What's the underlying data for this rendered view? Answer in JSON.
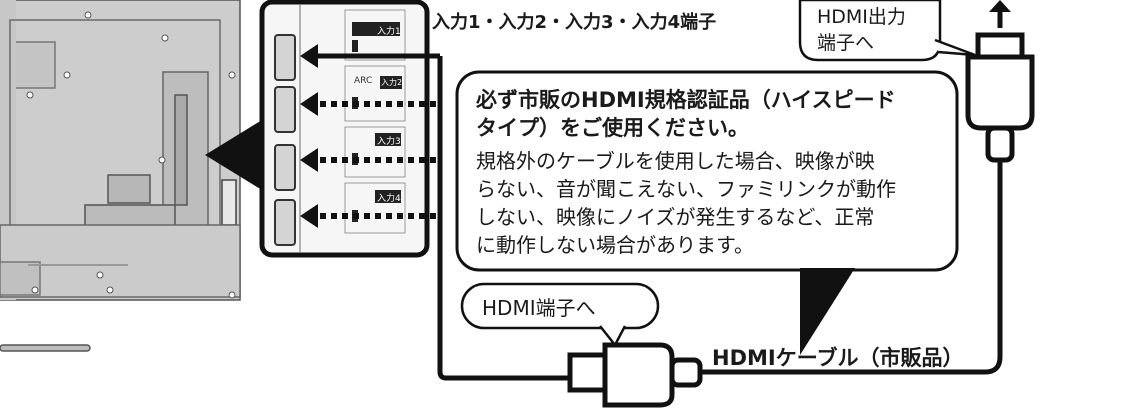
{
  "labels": {
    "terminals": "入力1・入力2・入力3・入力4端子",
    "hdmi_output_line1": "HDMI出力",
    "hdmi_output_line2": "端子へ",
    "hdmi_terminal": "HDMI端子へ",
    "cable": "HDMIケーブル（市販品）"
  },
  "notice": {
    "title_line1": "必ず市販のHDMI規格認証品（ハイスピード",
    "title_line2": "タイプ）をご使用ください。",
    "body_line1": "規格外のケーブルを使用した場合、映像が映",
    "body_line2": "らない、音が聞こえない、ファミリンクが動作",
    "body_line3": "しない、映像にノイズが発生するなど、正常",
    "body_line4": "に動作しない場合があります。"
  },
  "ports": [
    {
      "tag": "入力1",
      "extra": ""
    },
    {
      "tag": "入力2",
      "extra": "ARC"
    },
    {
      "tag": "入力3",
      "extra": ""
    },
    {
      "tag": "入力4",
      "extra": ""
    }
  ]
}
